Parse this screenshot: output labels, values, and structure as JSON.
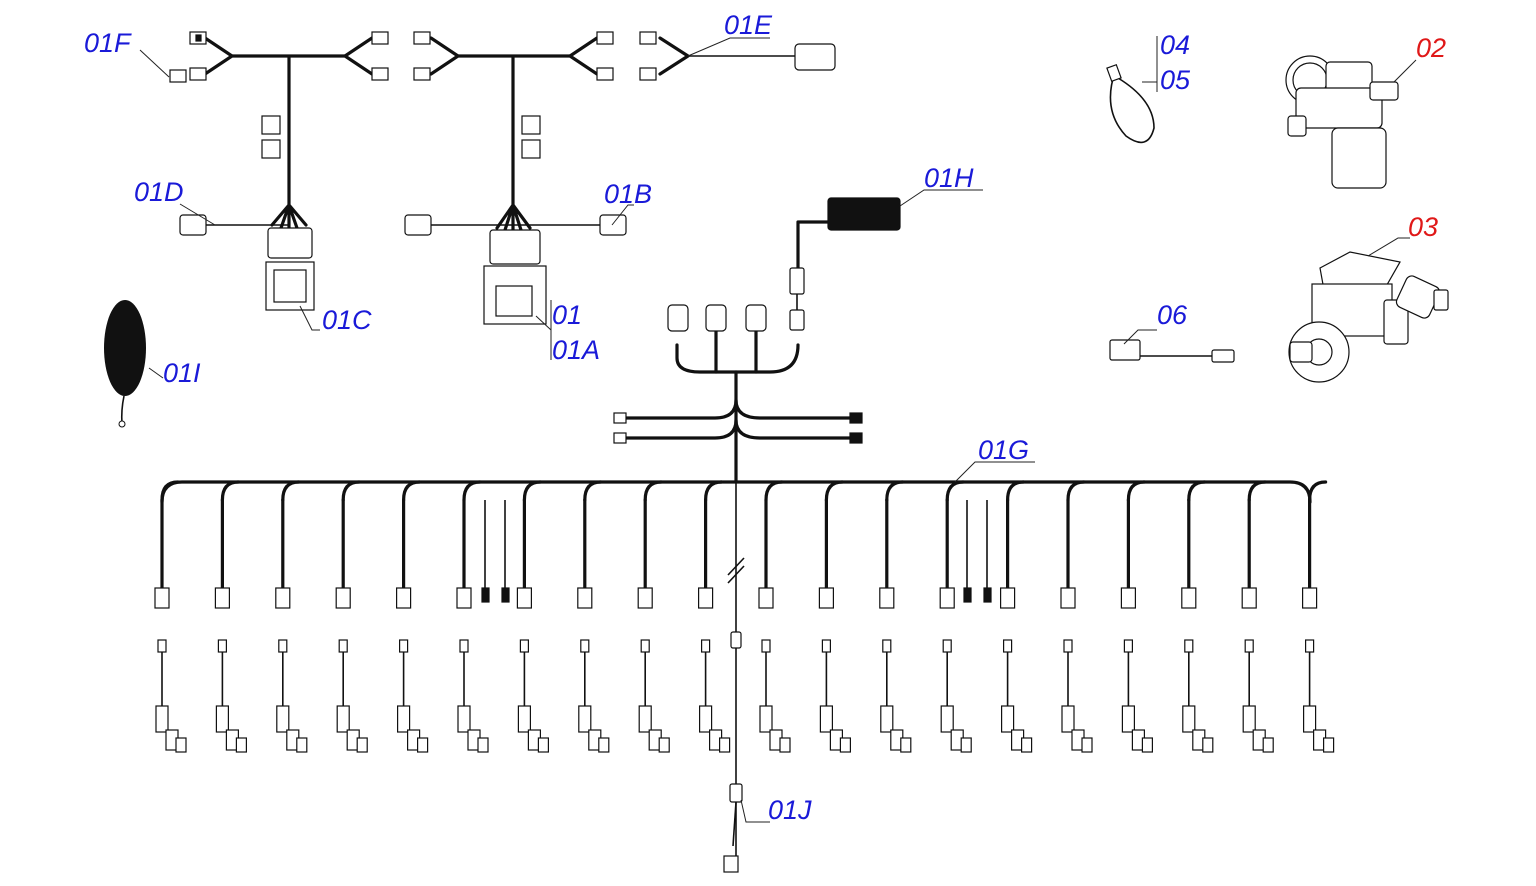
{
  "labels": {
    "01F": "01F",
    "01E": "01E",
    "01D": "01D",
    "01C": "01C",
    "01B": "01B",
    "01": "01",
    "01A": "01A",
    "01I": "01I",
    "01H": "01H",
    "01G": "01G",
    "01J": "01J",
    "04": "04",
    "05": "05",
    "06": "06",
    "02": "02",
    "03": "03"
  },
  "colors": {
    "reference": "#1a1ad8",
    "highlight": "#e01818",
    "line": "#111111"
  }
}
